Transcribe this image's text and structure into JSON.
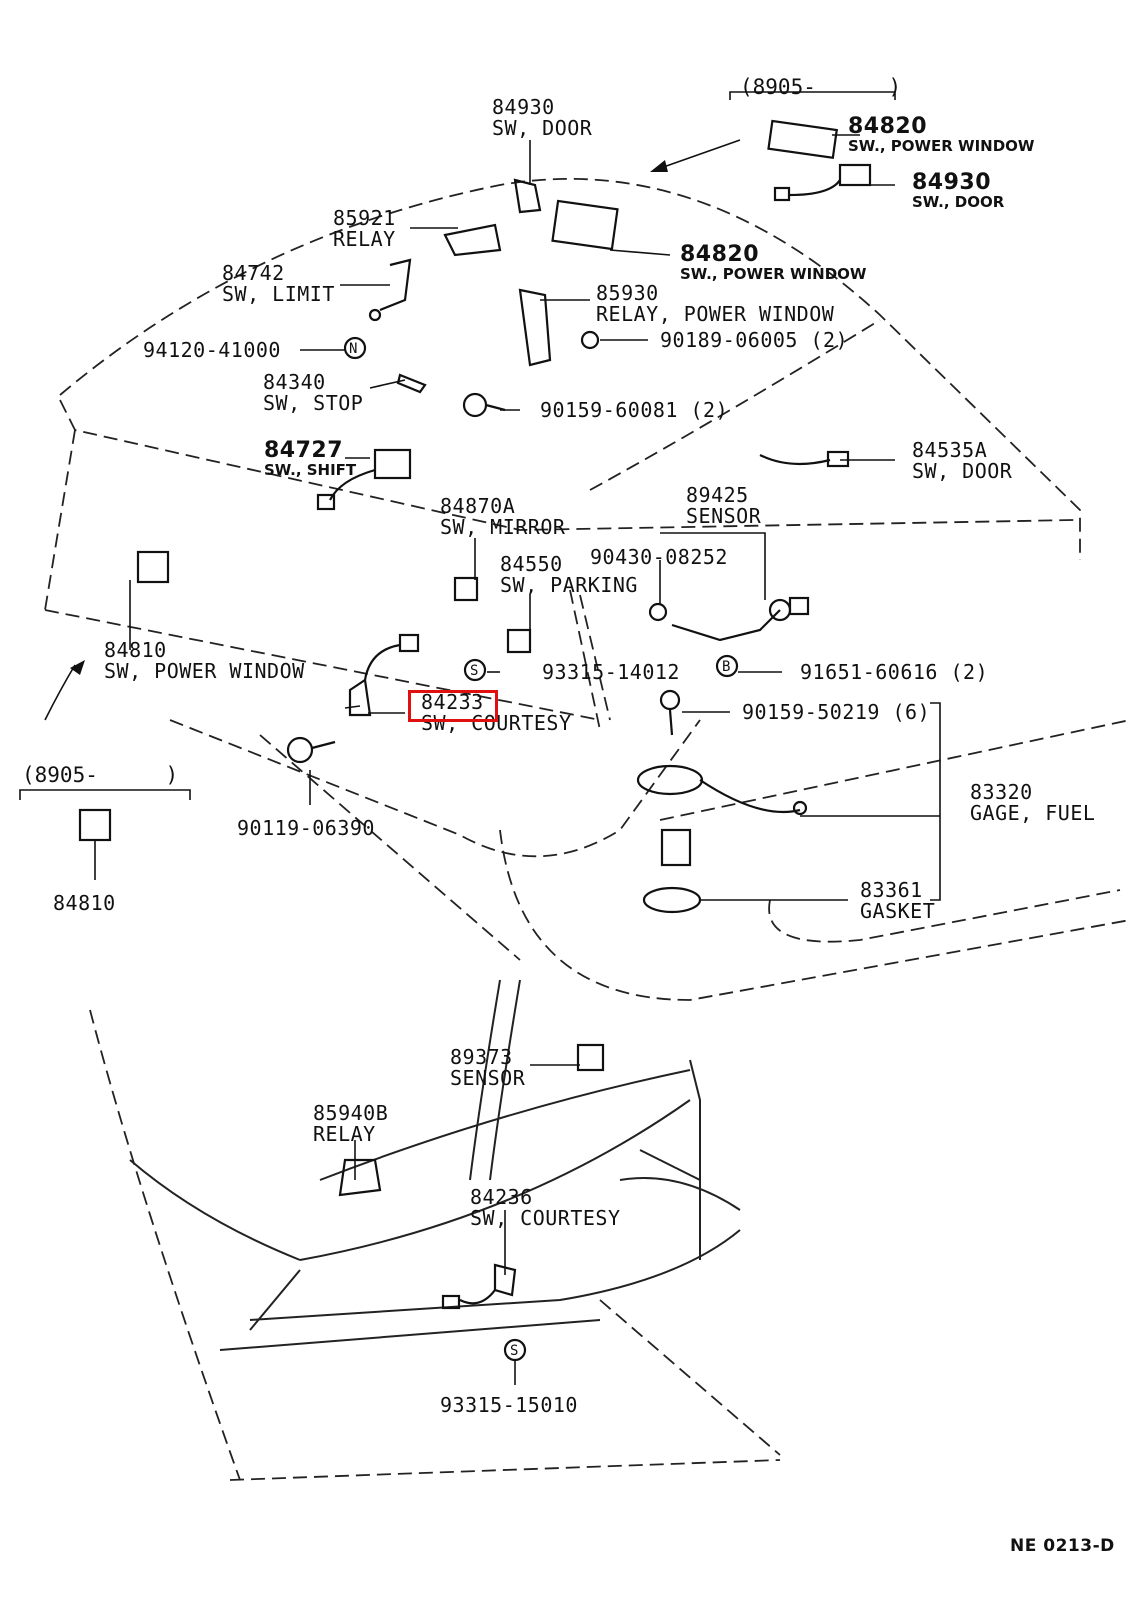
{
  "diagram_code": "NE 0213-D",
  "highlight_color": "#e01010",
  "highlighted_part": "84233",
  "brackets": [
    {
      "label": "(8905-",
      "close": ")"
    },
    {
      "label": "(8905-",
      "close": ")"
    }
  ],
  "callouts": [
    {
      "id": "c84930a",
      "part": "84930",
      "name": "SW, DOOR"
    },
    {
      "id": "c84820a",
      "part": "84820",
      "name": "SW., POWER WINDOW"
    },
    {
      "id": "c84930b",
      "part": "84930",
      "name": "SW., DOOR"
    },
    {
      "id": "c85921",
      "part": "85921",
      "name": "RELAY"
    },
    {
      "id": "c84820b",
      "part": "84820",
      "name": "SW., POWER WINDOW"
    },
    {
      "id": "c84742",
      "part": "84742",
      "name": "SW, LIMIT"
    },
    {
      "id": "c85930",
      "part": "85930",
      "name": "RELAY, POWER WINDOW"
    },
    {
      "id": "c94120",
      "part": "94120-41000",
      "name": ""
    },
    {
      "id": "c90189",
      "part": "90189-06005 (2)",
      "name": ""
    },
    {
      "id": "c84340",
      "part": "84340",
      "name": "SW, STOP"
    },
    {
      "id": "c90159a",
      "part": "90159-60081 (2)",
      "name": ""
    },
    {
      "id": "c84727",
      "part": "84727",
      "name": "SW., SHIFT"
    },
    {
      "id": "c84535",
      "part": "84535A",
      "name": "SW, DOOR"
    },
    {
      "id": "c89425",
      "part": "89425",
      "name": "SENSOR"
    },
    {
      "id": "c84870",
      "part": "84870A",
      "name": "SW, MIRROR"
    },
    {
      "id": "c90430",
      "part": "90430-08252",
      "name": ""
    },
    {
      "id": "c84550",
      "part": "84550",
      "name": "SW, PARKING"
    },
    {
      "id": "c84810a",
      "part": "84810",
      "name": "SW, POWER WINDOW"
    },
    {
      "id": "c93315a",
      "part": "93315-14012",
      "name": ""
    },
    {
      "id": "c91651",
      "part": "91651-60616 (2)",
      "name": ""
    },
    {
      "id": "c84233",
      "part": "84233",
      "name": "SW, COURTESY"
    },
    {
      "id": "c90159b",
      "part": "90159-50219 (6)",
      "name": ""
    },
    {
      "id": "c83320",
      "part": "83320",
      "name": "GAGE, FUEL"
    },
    {
      "id": "c90119",
      "part": "90119-06390",
      "name": ""
    },
    {
      "id": "c84810b",
      "part": "84810",
      "name": ""
    },
    {
      "id": "c83361",
      "part": "83361",
      "name": "GASKET"
    },
    {
      "id": "c89373",
      "part": "89373",
      "name": "SENSOR"
    },
    {
      "id": "c85940",
      "part": "85940B",
      "name": "RELAY"
    },
    {
      "id": "c84236",
      "part": "84236",
      "name": "SW, COURTESY"
    },
    {
      "id": "c93315b",
      "part": "93315-15010",
      "name": ""
    }
  ],
  "markers": {
    "n": "N",
    "s": "S",
    "b": "B"
  }
}
